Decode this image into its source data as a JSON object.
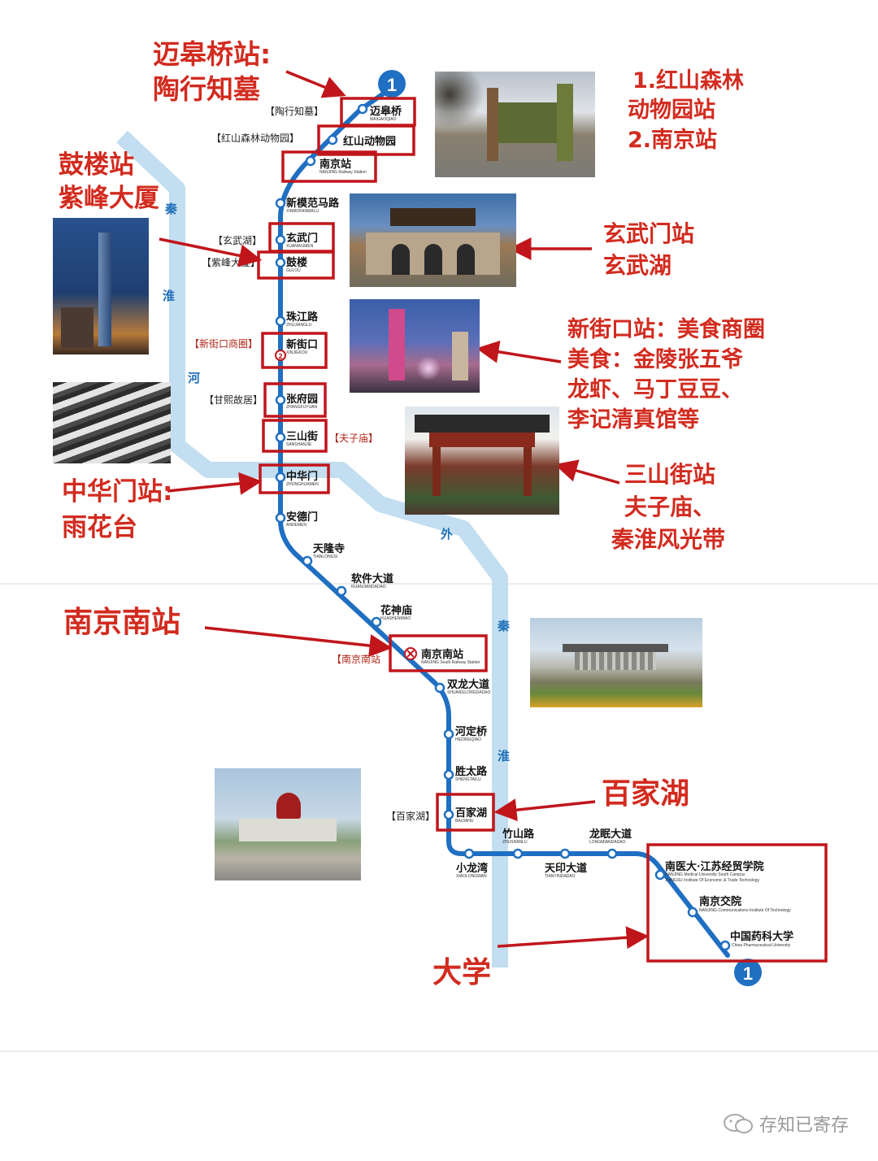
{
  "line_number": "1",
  "river_chars": [
    "秦",
    "淮",
    "河",
    "外",
    "秦",
    "淮"
  ],
  "stations": [
    {
      "name": "迈皋桥",
      "pinyin": "MAIGAOQIAO",
      "attraction": "【陶行知墓】"
    },
    {
      "name": "红山动物园",
      "pinyin": "",
      "attraction": "【红山森林动物园】"
    },
    {
      "name": "南京站",
      "pinyin": "NANJING Railway Station",
      "attraction": ""
    },
    {
      "name": "新模范马路",
      "pinyin": "XINMOFANMALU",
      "attraction": ""
    },
    {
      "name": "玄武门",
      "pinyin": "XUANWUMEN",
      "attraction": "【玄武湖】"
    },
    {
      "name": "鼓楼",
      "pinyin": "GULOU",
      "attraction": "【紫峰大厦】"
    },
    {
      "name": "珠江路",
      "pinyin": "ZHUJIANGLU",
      "attraction": ""
    },
    {
      "name": "新街口",
      "pinyin": "XINJIEKOU",
      "attraction": "【新街口商圈】"
    },
    {
      "name": "张府园",
      "pinyin": "ZHANGFUYUAN",
      "attraction": "【甘熙故居】"
    },
    {
      "name": "三山街",
      "pinyin": "SANSHANJIE",
      "attraction": "【夫子庙】"
    },
    {
      "name": "中华门",
      "pinyin": "ZHONGHUAMEN",
      "attraction": ""
    },
    {
      "name": "安德门",
      "pinyin": "ANDEMEN",
      "attraction": ""
    },
    {
      "name": "天隆寺",
      "pinyin": "TIANLONGSI",
      "attraction": ""
    },
    {
      "name": "软件大道",
      "pinyin": "RUANJIANDADAO",
      "attraction": ""
    },
    {
      "name": "花神庙",
      "pinyin": "HUASHENMIAO",
      "attraction": ""
    },
    {
      "name": "南京南站",
      "pinyin": "NANJING South Railway Station",
      "attraction": "【南京南站"
    },
    {
      "name": "双龙大道",
      "pinyin": "SHUANGLONGDADAO",
      "attraction": ""
    },
    {
      "name": "河定桥",
      "pinyin": "HEDINGQIAO",
      "attraction": ""
    },
    {
      "name": "胜太路",
      "pinyin": "SHENGTAILU",
      "attraction": ""
    },
    {
      "name": "百家湖",
      "pinyin": "BAIJIAHU",
      "attraction": "【百家湖】"
    },
    {
      "name": "小龙湾",
      "pinyin": "XIAOLONGWAN",
      "attraction": ""
    },
    {
      "name": "竹山路",
      "pinyin": "ZHUSHANLU",
      "attraction": ""
    },
    {
      "name": "天印大道",
      "pinyin": "TIANYINDADAO",
      "attraction": ""
    },
    {
      "name": "龙眠大道",
      "pinyin": "LONGMIANDADAO",
      "attraction": ""
    },
    {
      "name": "南医大·江苏经贸学院",
      "pinyin": "NANJING Medical University South Campus",
      "pinyin2": "JIANGSU Institute Of Economic & Trade Technology",
      "attraction": ""
    },
    {
      "name": "南京交院",
      "pinyin": "NANJING Communications Institute Of Technology",
      "attraction": ""
    },
    {
      "name": "中国药科大学",
      "pinyin": "China Pharmaceutical University",
      "attraction": ""
    }
  ],
  "annotations": {
    "maigaoqiao": [
      "迈皋桥站:",
      "陶行知墓"
    ],
    "hongshan": [
      "1.红山森林",
      "动物园站",
      "2.南京站"
    ],
    "gulou": [
      "鼓楼站",
      "紫峰大厦"
    ],
    "xuanwumen": [
      "玄武门站",
      "玄武湖"
    ],
    "xinjiekou": [
      "新街口站：美食商圈",
      "美食：金陵张五爷",
      "龙虾、马丁豆豆、",
      "李记清真馆等"
    ],
    "sanshanjie": [
      "三山街站",
      "夫子庙、",
      "秦淮风光带"
    ],
    "zhonghuamen": [
      "中华门站:",
      "雨花台"
    ],
    "nanjingnan": [
      "南京南站"
    ],
    "baijiahu": [
      "百家湖"
    ],
    "daxue": [
      "大学"
    ]
  },
  "photos": [
    {
      "name": "zoo-gate-photo"
    },
    {
      "name": "xuanwumen-gate-photo"
    },
    {
      "name": "zifeng-tower-photo"
    },
    {
      "name": "xinjiekou-night-photo"
    },
    {
      "name": "old-roofs-photo"
    },
    {
      "name": "fuzimiao-gate-photo"
    },
    {
      "name": "south-station-photo"
    },
    {
      "name": "baijiahu-sculpture-photo"
    }
  ],
  "watermark": "存知已寄存",
  "colors": {
    "line": "#1f6fc2",
    "river": "#bcdcef",
    "annotation": "#d22b1f",
    "box": "#c0161b"
  }
}
